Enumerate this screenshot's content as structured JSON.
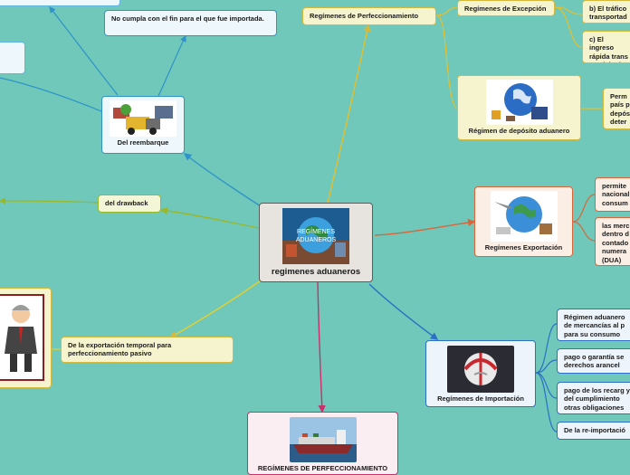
{
  "center": {
    "title": "regimenes aduaneros",
    "image_text_line1": "REGÍMENES",
    "image_text_line2": "ADUANEROS"
  },
  "nodes": {
    "perfeccionamiento": "Regímenes de Perfeccionamiento",
    "excepcion": "Regímenes de Excepción",
    "excepcion_b": "b) El tráfico transportad",
    "excepcion_c": "c) El ingreso rápida trans servicio de c",
    "deposito": "Régimen de depósito aduanero",
    "deposito_desc": "Perm país p depós deter",
    "exportacion": "Regímenes Exportación",
    "exportacion_desc1": "permite nacional consum",
    "exportacion_desc2": "las merc dentro d contado numera (DUA)",
    "importacion": "Regímenes de Importación",
    "importacion_desc1": "Régimen aduanero de mercancías al p para su consumo",
    "importacion_desc2": "pago o garantía se derechos arancel",
    "importacion_desc3": "pago de los recarg y del cumplimiento otras obligaciones",
    "importacion_desc4": "De la re-importació",
    "perfeccionamiento_bottom": "REGÍMENES DE PERFECCIONAMIENTO",
    "reembarque": "Del reembarque",
    "reembarque_desc": "No cumpla con el fin para el que fue importada.",
    "drawback": "del drawback",
    "exportacion_temporal": "De la exportación temporal para perfeccionamiento pasivo"
  },
  "colors": {
    "background": "#6fc8b9",
    "gold": "#d6b93a",
    "blue": "#2f93c9",
    "green": "#9ab829",
    "orange": "#d8663a",
    "pink": "#cc2f6b",
    "dark_blue": "#2c6fc4"
  }
}
